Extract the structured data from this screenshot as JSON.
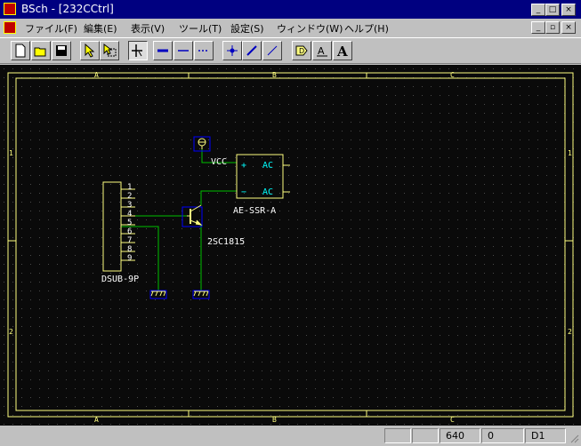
{
  "window": {
    "title": "BSch - [232CCtrl]"
  },
  "menu": [
    {
      "label": "ファイル(F)"
    },
    {
      "label": "編集(E)"
    },
    {
      "label": "表示(V)"
    },
    {
      "label": "ツール(T)"
    },
    {
      "label": "設定(S)"
    },
    {
      "label": "ウィンドウ(W)"
    },
    {
      "label": "ヘルプ(H)"
    }
  ],
  "toolbar": {
    "buttons": [
      "new-file",
      "open-folder",
      "save",
      "select-arrow",
      "select-move",
      "cross-pointer",
      "wire-thick",
      "wire-thin",
      "dashed-line",
      "junction",
      "entry-diagonal",
      "bus-entry-diagonal",
      "component-tag",
      "label-a",
      "text-a"
    ],
    "label_a": "A",
    "text_a": "A"
  },
  "sheet": {
    "col_labels": [
      "A",
      "B",
      "C"
    ],
    "row_labels": [
      "1",
      "2"
    ]
  },
  "schematic": {
    "connector_ref": "DSUB-9P",
    "pins": [
      "1",
      "2",
      "3",
      "4",
      "5",
      "6",
      "7",
      "8",
      "9"
    ],
    "transistor": "2SC1815",
    "ssr": "AE-SSR-A",
    "ssr_plus": "+",
    "ssr_minus": "−",
    "ssr_ac_top": "AC",
    "ssr_ac_bottom": "AC",
    "power": "VCC"
  },
  "status": {
    "cells": [
      "",
      "",
      "640",
      "0",
      "D1"
    ]
  },
  "colors": {
    "background": "#0a0a0a",
    "frame": "#ffff80",
    "wire": "#00c000",
    "part": "#ffff80",
    "text": "#ffffff",
    "pin_label": "#00ffff",
    "symbol": "#0000ff"
  }
}
